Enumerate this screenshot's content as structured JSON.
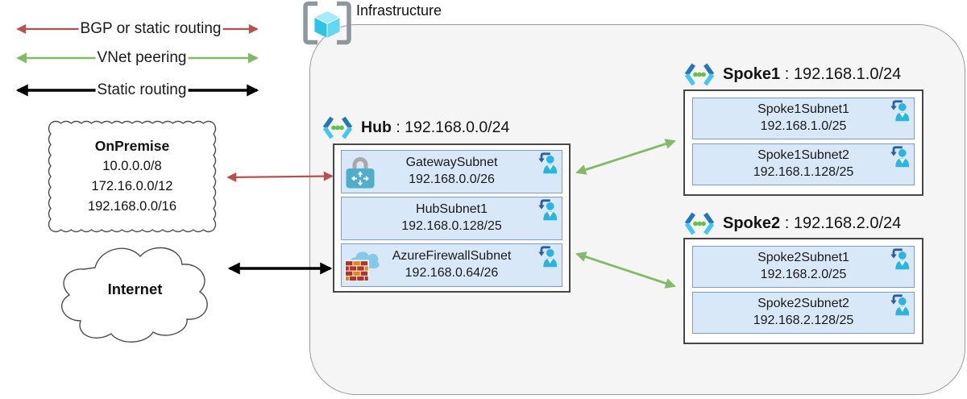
{
  "legend": {
    "items": [
      {
        "label": "BGP or static routing",
        "color": "#b5524e"
      },
      {
        "label": "VNet peering",
        "color": "#85b868"
      },
      {
        "label": "Static routing",
        "color": "#000000"
      }
    ]
  },
  "infrastructure": {
    "label": "Infrastructure"
  },
  "onpremise": {
    "title": "OnPremise",
    "ranges": [
      "10.0.0.0/8",
      "172.16.0.0/12",
      "192.168.0.0/16"
    ]
  },
  "internet": {
    "label": "Internet"
  },
  "vnets": {
    "hub": {
      "name": "Hub",
      "sep": " : ",
      "cidr": "192.168.0.0/24",
      "subnets": [
        {
          "name": "GatewaySubnet",
          "cidr": "192.168.0.0/26",
          "left_icon": "vpn-gateway-icon",
          "right_icon": "subnet-user-icon"
        },
        {
          "name": "HubSubnet1",
          "cidr": "192.168.0.128/25",
          "right_icon": "subnet-user-icon"
        },
        {
          "name": "AzureFirewallSubnet",
          "cidr": "192.168.0.64/26",
          "left_icon": "firewall-icon",
          "right_icon": "subnet-user-icon"
        }
      ]
    },
    "spoke1": {
      "name": "Spoke1",
      "sep": " : ",
      "cidr": "192.168.1.0/24",
      "subnets": [
        {
          "name": "Spoke1Subnet1",
          "cidr": "192.168.1.0/25",
          "right_icon": "subnet-user-icon"
        },
        {
          "name": "Spoke1Subnet2",
          "cidr": "192.168.1.128/25",
          "right_icon": "subnet-user-icon"
        }
      ]
    },
    "spoke2": {
      "name": "Spoke2",
      "sep": " : ",
      "cidr": "192.168.2.0/24",
      "subnets": [
        {
          "name": "Spoke2Subnet1",
          "cidr": "192.168.2.0/25",
          "right_icon": "subnet-user-icon"
        },
        {
          "name": "Spoke2Subnet2",
          "cidr": "192.168.2.128/25",
          "right_icon": "subnet-user-icon"
        }
      ]
    }
  },
  "connections": [
    {
      "from": "OnPremise",
      "to": "Hub GatewaySubnet",
      "type": "BGP or static routing",
      "color": "#b5524e"
    },
    {
      "from": "Internet",
      "to": "Hub AzureFirewallSubnet",
      "type": "Static routing",
      "color": "#000000"
    },
    {
      "from": "Hub",
      "to": "Spoke1",
      "type": "VNet peering",
      "color": "#85b868"
    },
    {
      "from": "Hub",
      "to": "Spoke2",
      "type": "VNet peering",
      "color": "#85b868"
    }
  ],
  "colors": {
    "subnet_fill": "#d9e8f8",
    "subnet_border": "#7d9cc8",
    "infra_fill": "#f5f5f6",
    "vnet_border": "#474747"
  }
}
